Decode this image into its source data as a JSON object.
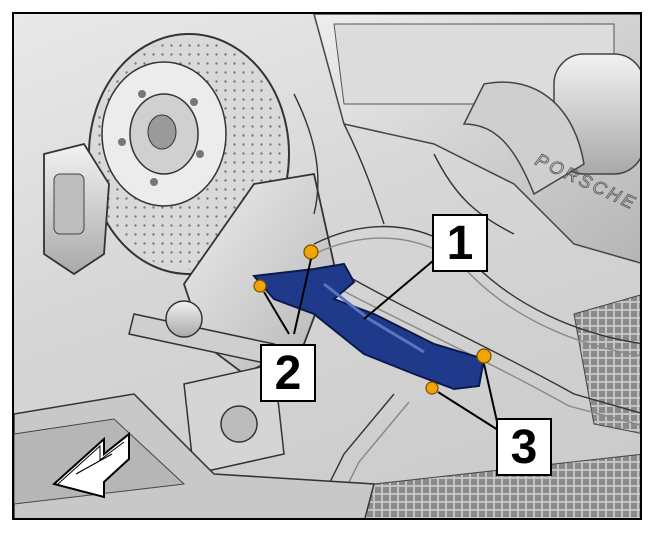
{
  "callouts": {
    "one": "1",
    "two": "2",
    "three": "3"
  },
  "engraving": "PORSCHE",
  "colors": {
    "highlight_part": "#1f3a8a",
    "fastener": "#f0a500",
    "metal_light": "#e6e6e6",
    "metal_shade": "#a8a8a8",
    "outline": "#333333"
  },
  "icons": {
    "direction_arrow": "forward-direction-arrow-icon"
  }
}
